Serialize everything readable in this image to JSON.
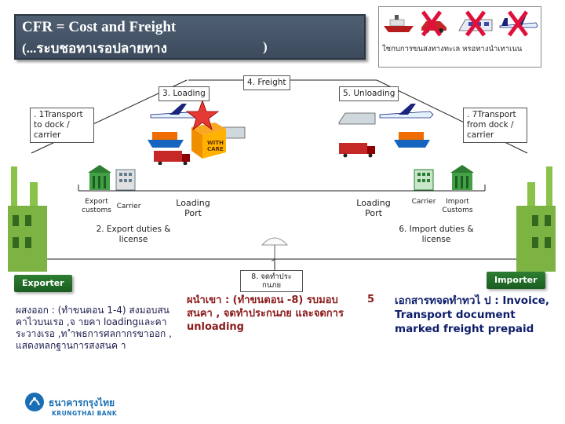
{
  "title": {
    "line1": "CFR = Cost and Freight",
    "line2": "(...ระบชอทาเรอปลายทาง",
    "line2_end": ")"
  },
  "transport_note": "ใชกบการขนสงทางทะเล หรอทางนำเทาเนน",
  "steps": {
    "loading": "3. Loading",
    "freight": "4. Freight",
    "unloading": "5. Unloading",
    "transport_to_dock": ". 1Transport to dock / carrier",
    "transport_from_dock": ". 7Transport from dock / carrier",
    "export_duties": "2. Export duties & license",
    "import_duties": "6. Import duties & license",
    "insurance": "8. จดทำประกนภย"
  },
  "nodes": {
    "export_customs": "Export customs",
    "carrier_left": "Carrier",
    "loading_port_left": "Loading Port",
    "loading_port_right": "Loading Port",
    "carrier_right": "Carrier",
    "import_customs": "Import Customs"
  },
  "parties": {
    "exporter": "Exporter",
    "importer": "Importer"
  },
  "text_left": "ผสงออก : (ทำขนตอน 1-4) สงมอบสนคาไวบนเรอ ,จ ายคา loadingและคาระวางเรอ ,ท ำพธการศลกากรขาออก , แสดงหลกฐานการสงสนค า",
  "text_mid": "ผนำเขา : (ทำขนตอน -8) รบมอบสนคา , จดทำประกนภย และจดการ unloading",
  "text_mid_num": "5",
  "text_right": "เอกสารทจดทำทวไ ป : Invoice, Transport document marked freight prepaid",
  "bank": {
    "name_th": "ธนาคารกรุงไทย",
    "name_en": "KRUNGTHAI BANK"
  },
  "colors": {
    "title_bg": "#4a5a6e",
    "party_green": "#2e7d32",
    "cross_red": "#e0103a",
    "text_blue": "#0d1d6b",
    "text_red": "#8b1a1a",
    "bank_blue": "#1a6fb4"
  },
  "icons": [
    "ship-icon",
    "car-icon",
    "train-icon",
    "airplane-icon",
    "truck-icon",
    "building-icon",
    "factory-icon",
    "umbrella-icon",
    "star-icon",
    "box-icon",
    "cross-icon"
  ]
}
